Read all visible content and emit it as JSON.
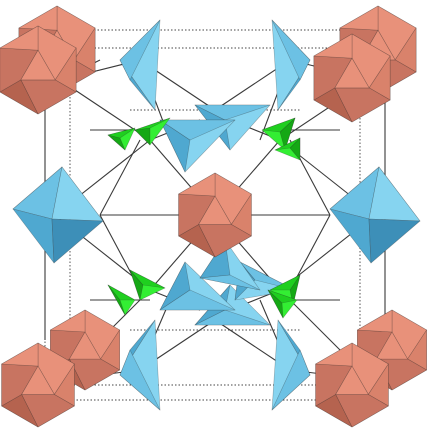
{
  "figure": {
    "type": "crystal-structure-polyhedral-model",
    "colors": {
      "background": "#ffffff",
      "cell_edge": "#444444",
      "bond": "#3a3a3a",
      "icosahedron": [
        "#e8917a",
        "#d9826b",
        "#c87461",
        "#b5634f"
      ],
      "octahedron": [
        "#86d4f0",
        "#6cc1e4",
        "#4fa8d0",
        "#3d8fb8"
      ],
      "small_tetrahedron": [
        "#33ee33",
        "#1fcf1f",
        "#15a815",
        "#0e7d0e"
      ]
    },
    "polyhedra": {
      "corner_icosahedra": 8,
      "center_icosahedra": 1,
      "octahedra": 4,
      "large_tetrahedra": 12,
      "small_tetrahedra": 8
    }
  }
}
